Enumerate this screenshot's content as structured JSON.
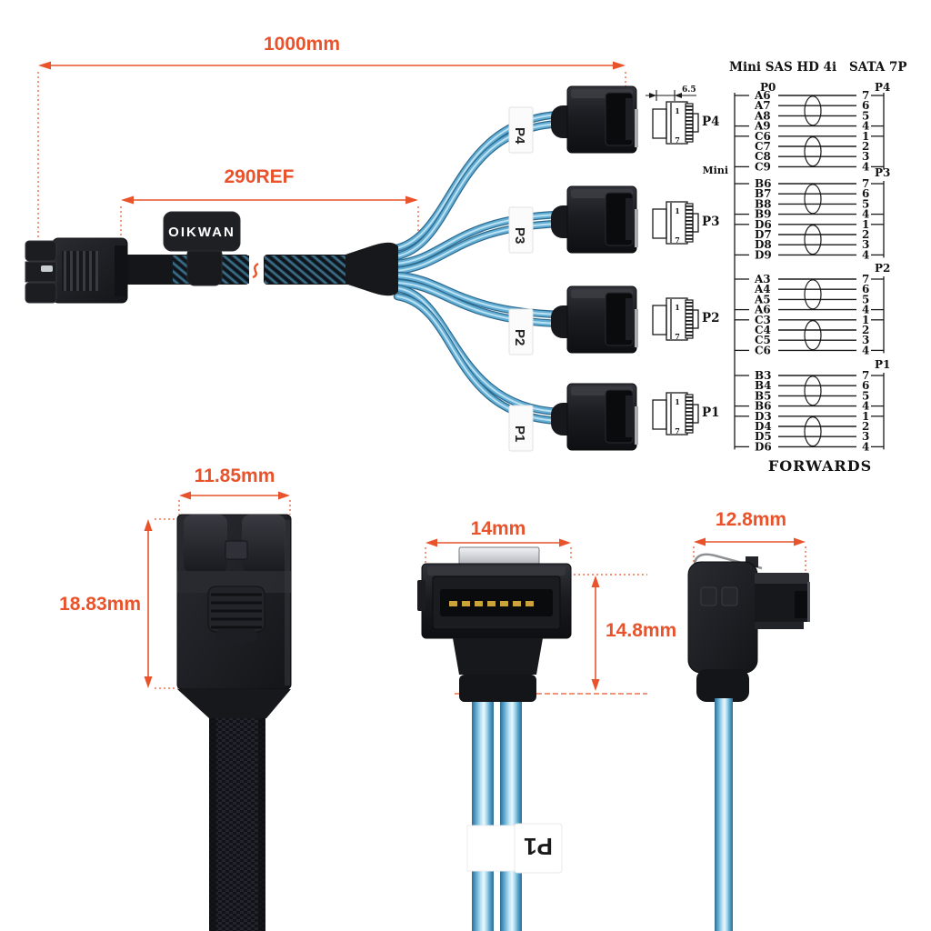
{
  "colors": {
    "accent": "#E8532C",
    "cable_blue": "#5FA8CE",
    "connector_black": "#1B1C20"
  },
  "top_diagram": {
    "dim_total": "1000mm",
    "dim_ref": "290REF",
    "brand": "OIKWAN",
    "branch_labels": [
      "P4",
      "P3",
      "P2",
      "P1"
    ]
  },
  "schematics": {
    "dim_depth": "6.5",
    "pin_top": "1",
    "pin_bottom": "7",
    "labels": [
      "P4",
      "P3",
      "P2",
      "P1"
    ]
  },
  "pinout": {
    "left_title": "Mini SAS HD 4i",
    "right_title": "SATA 7P",
    "left_port": "P0",
    "side_label": "Mini",
    "footer": "FORWARDS",
    "groups": [
      {
        "label": "P4",
        "pins": [
          {
            "from": "A6",
            "to": "7"
          },
          {
            "from": "A7",
            "to": "6"
          },
          {
            "from": "A8",
            "to": "5"
          },
          {
            "from": "A9",
            "to": "4"
          },
          {
            "from": "C6",
            "to": "1"
          },
          {
            "from": "C7",
            "to": "2"
          },
          {
            "from": "C8",
            "to": "3"
          },
          {
            "from": "C9",
            "to": "4"
          }
        ]
      },
      {
        "label": "P3",
        "pins": [
          {
            "from": "B6",
            "to": "7"
          },
          {
            "from": "B7",
            "to": "6"
          },
          {
            "from": "B8",
            "to": "5"
          },
          {
            "from": "B9",
            "to": "4"
          },
          {
            "from": "D6",
            "to": "1"
          },
          {
            "from": "D7",
            "to": "2"
          },
          {
            "from": "D8",
            "to": "3"
          },
          {
            "from": "D9",
            "to": "4"
          }
        ]
      },
      {
        "label": "P2",
        "pins": [
          {
            "from": "A3",
            "to": "7"
          },
          {
            "from": "A4",
            "to": "6"
          },
          {
            "from": "A5",
            "to": "5"
          },
          {
            "from": "A6",
            "to": "4"
          },
          {
            "from": "C3",
            "to": "1"
          },
          {
            "from": "C4",
            "to": "2"
          },
          {
            "from": "C5",
            "to": "3"
          },
          {
            "from": "C6",
            "to": "4"
          }
        ]
      },
      {
        "label": "P1",
        "pins": [
          {
            "from": "B3",
            "to": "7"
          },
          {
            "from": "B4",
            "to": "6"
          },
          {
            "from": "B5",
            "to": "5"
          },
          {
            "from": "B6",
            "to": "4"
          },
          {
            "from": "D3",
            "to": "1"
          },
          {
            "from": "D4",
            "to": "2"
          },
          {
            "from": "D5",
            "to": "3"
          },
          {
            "from": "D6",
            "to": "4"
          }
        ]
      }
    ]
  },
  "bottom_figures": {
    "sas_connector": {
      "width": "11.85mm",
      "height": "18.83mm"
    },
    "sata_connector": {
      "width": "14mm",
      "height": "14.8mm",
      "label": "P1"
    },
    "right_angle_connector": {
      "width": "12.8mm"
    }
  }
}
